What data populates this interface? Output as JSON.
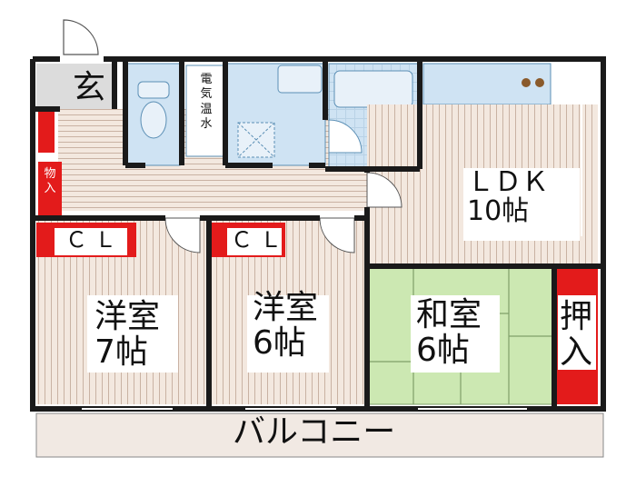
{
  "colors": {
    "wall": "#1a1a1a",
    "wood": "#f3e8df",
    "wood_line": "#c9b2a3",
    "tatami": "#cce8b2",
    "tatami_line": "#7fa06a",
    "wet": "#cfe3f3",
    "wet_line": "#5b8fb5",
    "entrance": "#dcdcdc",
    "storage": "#e31b1b",
    "balcony": "#f1e9e3"
  },
  "rooms": {
    "entrance": {
      "label": "玄"
    },
    "water_heater": {
      "label": "電\n気\n温\n水"
    },
    "storage_small": {
      "label": "物\n入"
    },
    "ldk": {
      "label": "ＬＤＫ\n10帖"
    },
    "closet_left": {
      "label": "ＣＬ"
    },
    "closet_mid": {
      "label": "ＣＬ"
    },
    "western_room_1": {
      "label": "洋室\n7帖"
    },
    "western_room_2": {
      "label": "洋室\n6帖"
    },
    "japanese_room": {
      "label": "和室\n6帖"
    },
    "oshiire": {
      "label": "押\n入"
    },
    "balcony": {
      "label": "バルコニー"
    }
  }
}
